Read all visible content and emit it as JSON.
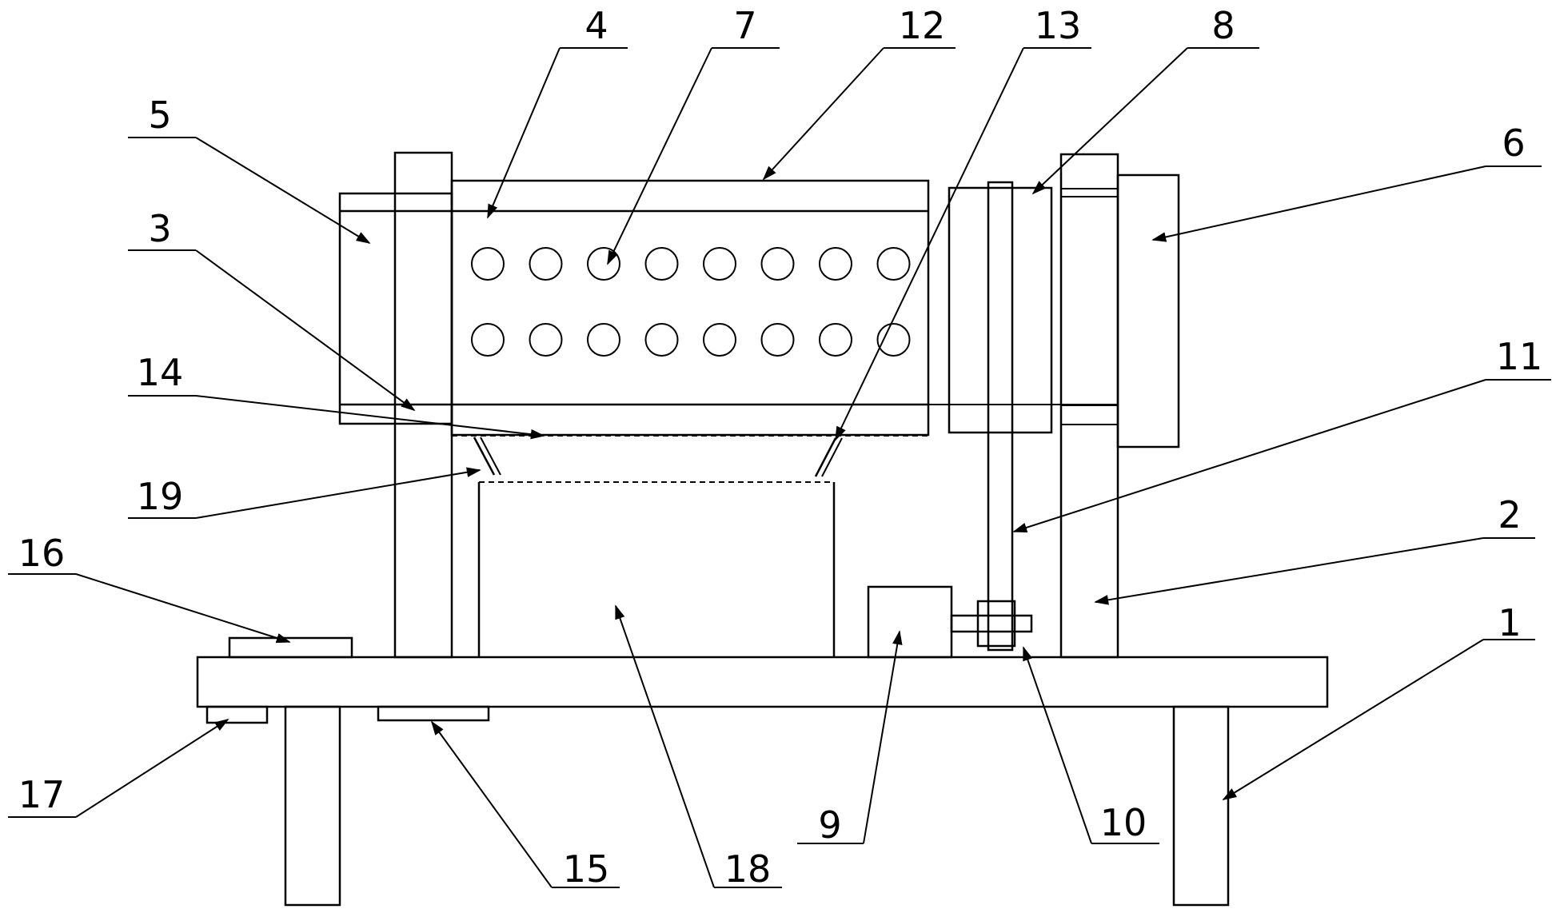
{
  "labels": {
    "n1": "1",
    "n2": "2",
    "n3": "3",
    "n4": "4",
    "n5": "5",
    "n6": "6",
    "n7": "7",
    "n8": "8",
    "n9": "9",
    "n10": "10",
    "n11": "11",
    "n12": "12",
    "n13": "13",
    "n14": "14",
    "n15": "15",
    "n16": "16",
    "n17": "17",
    "n18": "18",
    "n19": "19"
  },
  "drum": {
    "hole_rows": 2,
    "hole_cols": 8
  },
  "colors": {
    "line": "#000000",
    "background": "#ffffff"
  }
}
